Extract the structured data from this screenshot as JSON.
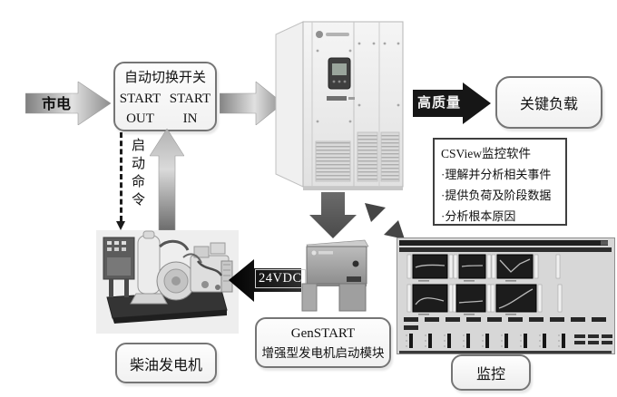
{
  "diagram": {
    "mains": {
      "label": "市电"
    },
    "ats": {
      "title": "自动切换开关",
      "col1": [
        "START",
        "OUT"
      ],
      "col2": [
        "START",
        "IN"
      ]
    },
    "start_command": {
      "label": "启动命令"
    },
    "quality": {
      "label": "高质量"
    },
    "critical_load": {
      "label": "关键负载"
    },
    "csview": {
      "title": "CSView监控软件",
      "bullets": [
        "·理解并分析相关事件",
        "·提供负荷及阶段数据",
        "·分析根本原因"
      ]
    },
    "vdc": {
      "label": "24VDC"
    },
    "genstart": {
      "name": "GenSTART",
      "desc": "增强型发电机启动模块"
    },
    "diesel": {
      "label": "柴油发电机"
    },
    "monitor": {
      "label": "监控"
    }
  },
  "colors": {
    "background": "#ffffff",
    "text": "#111111",
    "black_arrow": "#161616",
    "gray_arrow_dark": "#6e6e6e",
    "gray_arrow_light": "#dcdcdc",
    "box_border": "#757575",
    "info_box_border": "#3f3f3f",
    "panel_dark": "#1c1c1c"
  }
}
